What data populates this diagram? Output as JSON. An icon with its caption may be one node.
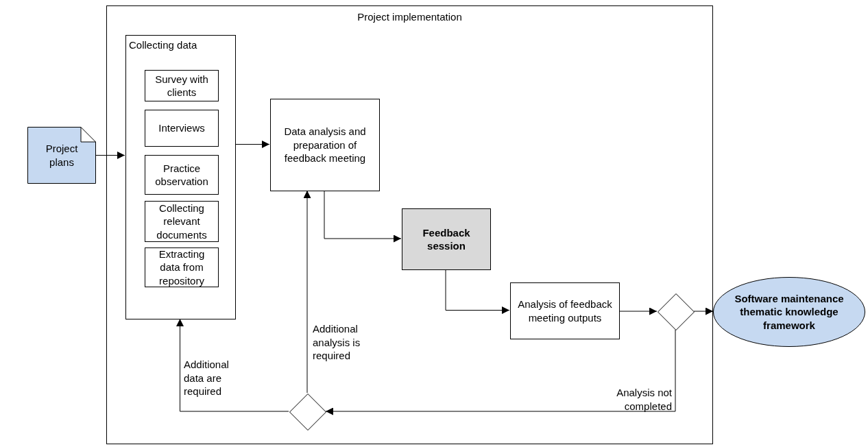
{
  "diagram": {
    "nodes": [
      {
        "text": [
          "Project plans"
        ]
      },
      {
        "text": [
          "Project implementation"
        ]
      },
      {
        "text": [
          "Collecting data"
        ],
        "in": 1
      },
      {
        "text": [
          "Survey with clients"
        ],
        "in": 2
      },
      {
        "text": [
          "Interviews"
        ],
        "in": 2
      },
      {
        "text": [
          "Practice observation"
        ],
        "in": 2
      },
      {
        "text": [
          "Collecting relevant documents"
        ],
        "in": 2
      },
      {
        "text": [
          "Extracting data from repository"
        ],
        "in": 2
      },
      {
        "text": [
          "Data analysis and preparation of feedback meeting"
        ],
        "in": 1
      },
      {
        "text": [
          "Feedback session"
        ],
        "in": 1
      },
      {
        "text": [
          "Analysis of feedback meeting outputs"
        ],
        "in": 1
      },
      {
        "text": [],
        "shape": "diamond",
        "in": 1
      },
      {
        "text": [],
        "shape": "diamond",
        "in": 1
      },
      {
        "text": [
          "Software maintenance thematic knowledge framework"
        ]
      }
    ],
    "edges": [
      {
        "from": 0,
        "to": 2,
        "arrow": "to"
      },
      {
        "from": 2,
        "to": 8,
        "arrow": "to"
      },
      {
        "from": 8,
        "to": 9,
        "arrow": "to"
      },
      {
        "from": 9,
        "to": 10,
        "arrow": "to"
      },
      {
        "from": 10,
        "to": 11,
        "arrow": "to"
      },
      {
        "from": 11,
        "to": 13,
        "arrow": "to"
      },
      {
        "from": 11,
        "to": 12,
        "arrow": "to",
        "label": "Analysis not completed"
      },
      {
        "from": 12,
        "to": 2,
        "arrow": "to",
        "label": "Additional data are required"
      },
      {
        "from": 12,
        "to": 8,
        "arrow": "to",
        "label": "Additional analysis is required"
      }
    ]
  }
}
